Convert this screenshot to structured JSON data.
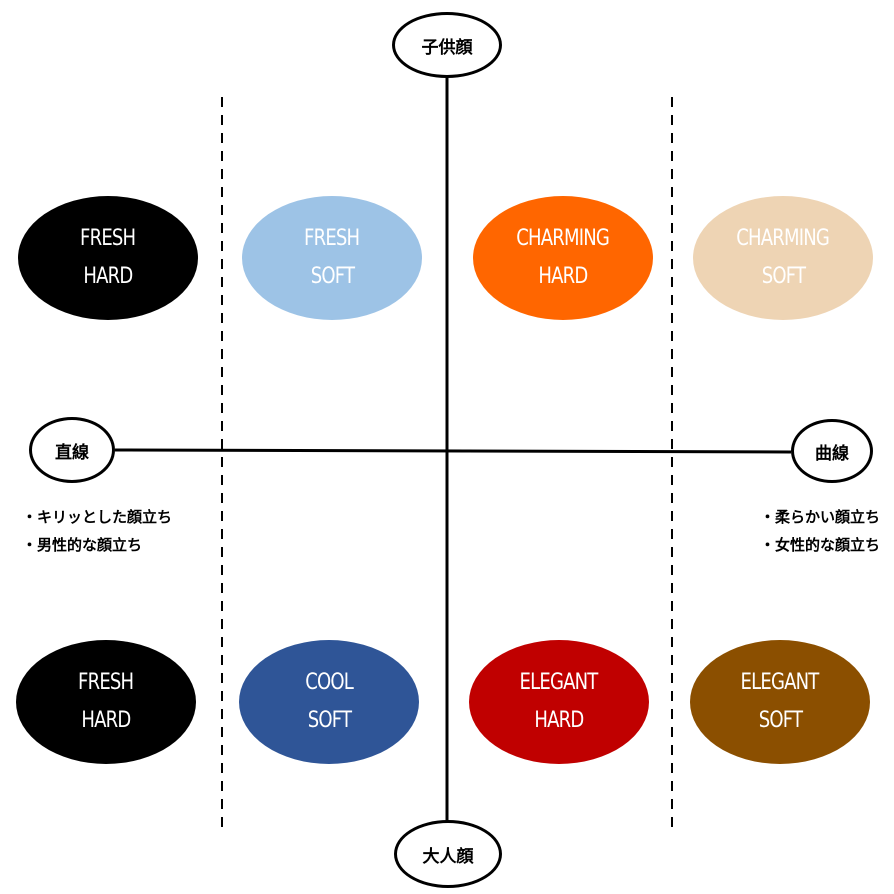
{
  "axes": {
    "top": "子供顔",
    "bottom": "大人顔",
    "left": "直線",
    "right": "曲線"
  },
  "types": {
    "fresh_hard_top": {
      "line1": "FRESH",
      "line2": "HARD",
      "fill": "#000000",
      "text_color": "#ffffff"
    },
    "fresh_soft_top": {
      "line1": "FRESH",
      "line2": "SOFT",
      "fill": "#9dc3e6",
      "text_color": "#ffffff"
    },
    "charming_hard": {
      "line1": "CHARMING",
      "line2": "HARD",
      "fill": "#ff6600",
      "text_color": "#ffffff"
    },
    "charming_soft": {
      "line1": "CHARMING",
      "line2": "SOFT",
      "fill": "#eed4b4",
      "text_color": "#ffffff"
    },
    "fresh_hard_bottom": {
      "line1": "FRESH",
      "line2": "HARD",
      "fill": "#000000",
      "text_color": "#ffffff"
    },
    "cool_soft": {
      "line1": "COOL",
      "line2": "SOFT",
      "fill": "#2f5597",
      "text_color": "#ffffff"
    },
    "elegant_hard": {
      "line1": "ELEGANT",
      "line2": "HARD",
      "fill": "#c00000",
      "text_color": "#ffffff"
    },
    "elegant_soft": {
      "line1": "ELEGANT",
      "line2": "SOFT",
      "fill": "#8b4f00",
      "text_color": "#ffffff"
    }
  },
  "traits": {
    "left": [
      "キリッとした顔立ち",
      "男性的な顔立ち"
    ],
    "right": [
      "柔らかい顔立ち",
      "女性的な顔立ち"
    ]
  }
}
